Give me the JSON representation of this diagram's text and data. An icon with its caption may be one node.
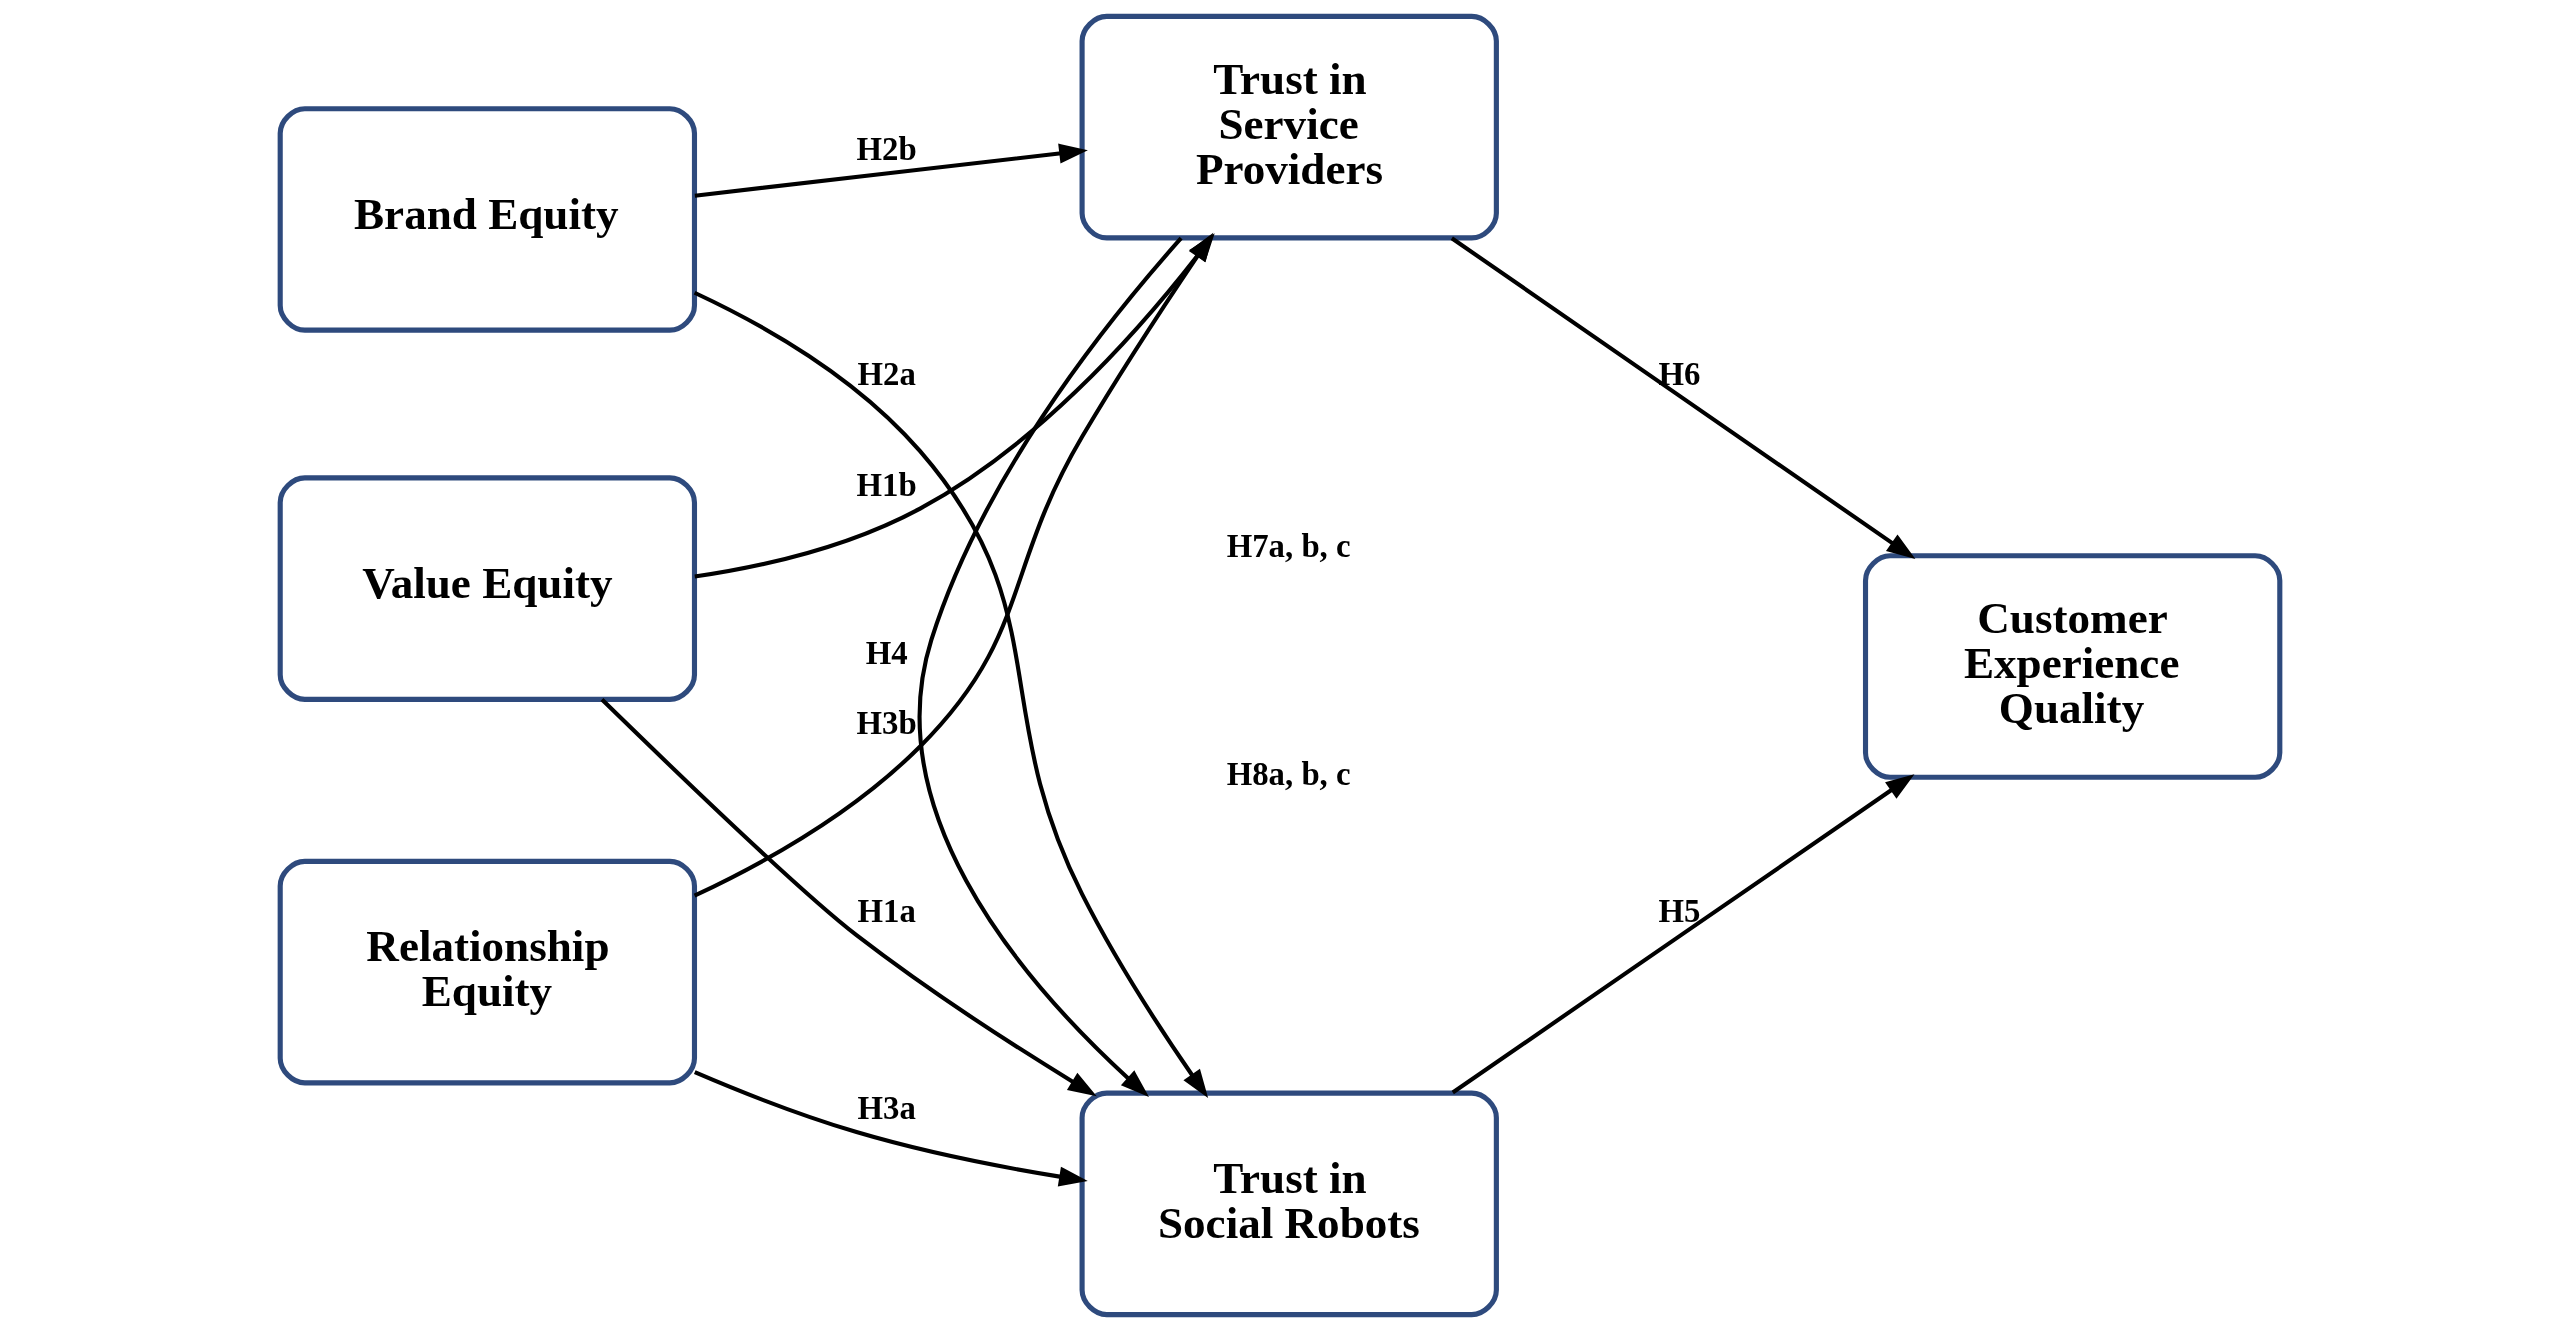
{
  "diagram": {
    "nodes": [
      {
        "text": [
          "Value Equity"
        ]
      },
      {
        "text": [
          "Brand Equity"
        ]
      },
      {
        "text": [
          "Relationship Equity"
        ]
      },
      {
        "text": [
          "Trust in Social Robots"
        ]
      },
      {
        "text": [
          "Trust in Service Providers"
        ]
      },
      {
        "text": [
          "Customer Experience Quality"
        ]
      }
    ],
    "edges": [
      {
        "from": 0,
        "to": 3,
        "arrow": "to",
        "label": "H1a"
      },
      {
        "from": 0,
        "to": 4,
        "arrow": "to",
        "label": "H1b"
      },
      {
        "from": 1,
        "to": 3,
        "arrow": "to",
        "label": "H2a"
      },
      {
        "from": 1,
        "to": 4,
        "arrow": "to",
        "label": "H2b"
      },
      {
        "from": 2,
        "to": 3,
        "arrow": "to",
        "label": "H3a"
      },
      {
        "from": 2,
        "to": 4,
        "arrow": "to",
        "label": "H3b"
      },
      {
        "from": 4,
        "to": 3,
        "arrow": "to",
        "label": "H4"
      },
      {
        "from": 3,
        "to": 5,
        "arrow": "to",
        "label": "H5"
      },
      {
        "from": 4,
        "to": 5,
        "arrow": "to",
        "label": "H6"
      }
    ],
    "labels": [
      "H8a, b, c",
      "H7a, b, c"
    ]
  }
}
